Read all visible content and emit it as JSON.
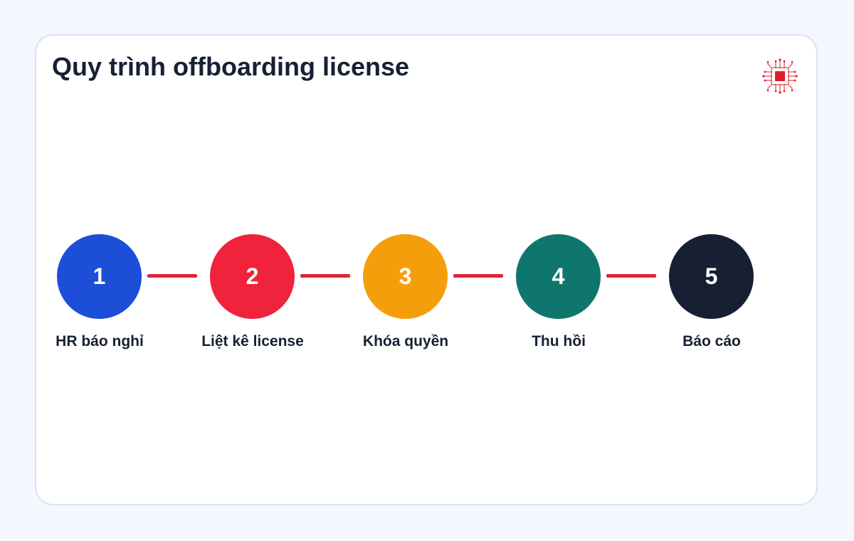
{
  "title": "Quy trình offboarding license",
  "logo": {
    "icon": "chip-icon",
    "color": "#e11d2b"
  },
  "connector_color": "#dc2639",
  "steps": [
    {
      "number": "1",
      "label": "HR báo nghỉ",
      "color": "#1d4ed8"
    },
    {
      "number": "2",
      "label": "Liệt kê license",
      "color": "#ef233c"
    },
    {
      "number": "3",
      "label": "Khóa quyền",
      "color": "#f59e0b"
    },
    {
      "number": "4",
      "label": "Thu hồi",
      "color": "#0f766e"
    },
    {
      "number": "5",
      "label": "Báo cáo",
      "color": "#172033"
    }
  ]
}
